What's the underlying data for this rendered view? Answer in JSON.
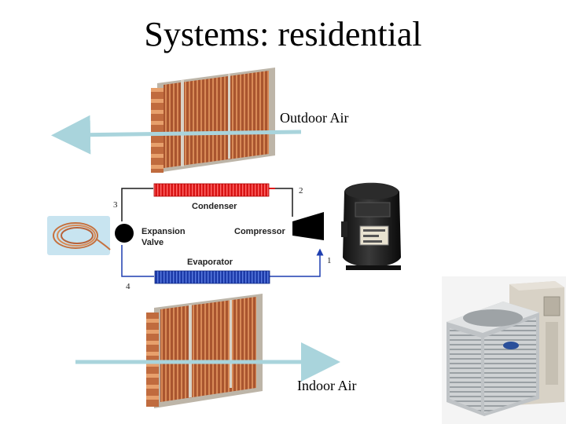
{
  "slide": {
    "title": "Systems: residential"
  },
  "airflow": {
    "outdoor_label": "Outdoor Air",
    "indoor_label": "Indoor Air"
  },
  "cycle": {
    "condenser_label": "Condenser",
    "evaporator_label": "Evaporator",
    "compressor_label": "Compressor",
    "expansion_label_line1": "Expansion",
    "expansion_label_line2": "Valve",
    "points": [
      "1",
      "2",
      "3",
      "4"
    ]
  },
  "colors": {
    "coil_copper": "#b8633a",
    "coil_frame": "#c9c2b6",
    "condenser_red": "#e01818",
    "evaporator_blue": "#1f3fb0",
    "air_arrow": "#a9d4dc",
    "pipe": "#1a1a1a"
  }
}
